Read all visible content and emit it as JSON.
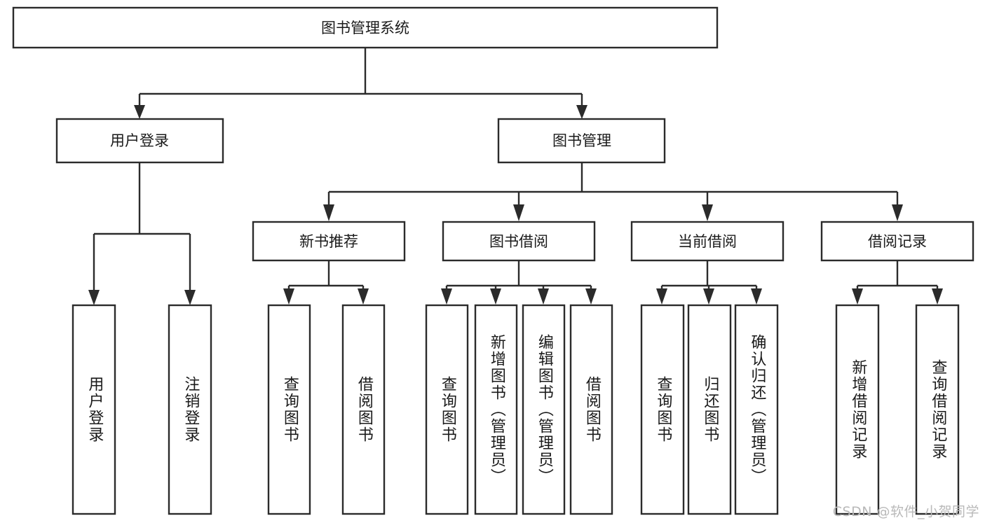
{
  "diagram": {
    "title_node": {
      "id": "root",
      "label": "图书管理系统"
    },
    "level2": [
      {
        "id": "user-login",
        "label": "用户登录"
      },
      {
        "id": "book-manage",
        "label": "图书管理"
      }
    ],
    "level3": [
      {
        "id": "new-book-recommend",
        "label": "新书推荐",
        "parent": "book-manage"
      },
      {
        "id": "book-borrow",
        "label": "图书借阅",
        "parent": "book-manage"
      },
      {
        "id": "current-borrow",
        "label": "当前借阅",
        "parent": "book-manage"
      },
      {
        "id": "borrow-record",
        "label": "借阅记录",
        "parent": "book-manage"
      }
    ],
    "leaves": [
      {
        "id": "leaf-user-login",
        "label": "用户登录",
        "parent": "user-login"
      },
      {
        "id": "leaf-logout-login",
        "label": "注销登录",
        "parent": "user-login"
      },
      {
        "id": "leaf-query-book-1",
        "label": "查询图书",
        "parent": "new-book-recommend"
      },
      {
        "id": "leaf-borrow-book-1",
        "label": "借阅图书",
        "parent": "new-book-recommend"
      },
      {
        "id": "leaf-query-book-2",
        "label": "查询图书",
        "parent": "book-borrow"
      },
      {
        "id": "leaf-add-book",
        "label": "新增图书（管理员）",
        "parent": "book-borrow"
      },
      {
        "id": "leaf-edit-book",
        "label": "编辑图书（管理员）",
        "parent": "book-borrow"
      },
      {
        "id": "leaf-borrow-book-2",
        "label": "借阅图书",
        "parent": "book-borrow"
      },
      {
        "id": "leaf-query-book-3",
        "label": "查询图书",
        "parent": "current-borrow"
      },
      {
        "id": "leaf-return-book",
        "label": "归还图书",
        "parent": "current-borrow"
      },
      {
        "id": "leaf-confirm-return",
        "label": "确认归还（管理员）",
        "parent": "current-borrow"
      },
      {
        "id": "leaf-add-record",
        "label": "新增借阅记录",
        "parent": "borrow-record"
      },
      {
        "id": "leaf-query-record",
        "label": "查询借阅记录",
        "parent": "borrow-record"
      }
    ],
    "colors": {
      "stroke": "#2b2b2b",
      "fill": "#ffffff",
      "text": "#1a1a1a",
      "watermark": "#b9b9b9",
      "background": "#ffffff"
    }
  },
  "watermark": {
    "text": "CSDN @软件_小贺同学"
  }
}
